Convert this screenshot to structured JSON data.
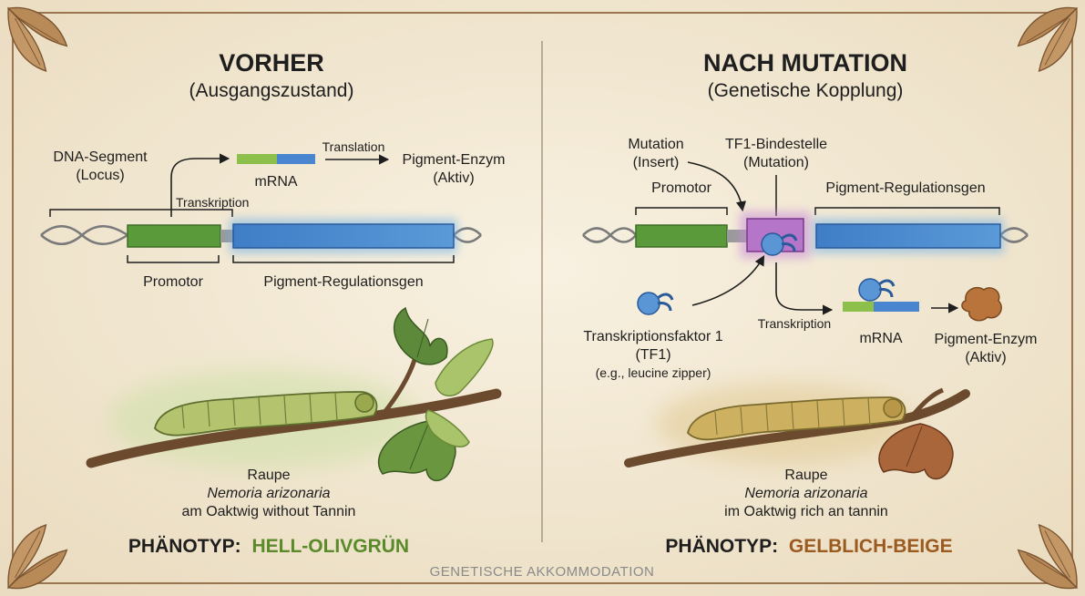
{
  "left": {
    "title": "VORHER",
    "subtitle": "(Ausgangszustand)",
    "dna_segment": [
      "DNA-Segment",
      "(Locus)"
    ],
    "transcription": "Transkription",
    "mrna": "mRNA",
    "translation": "Translation",
    "enzyme": [
      "Pigment-Enzym",
      "(Aktiv)"
    ],
    "promotor": "Promotor",
    "gene": "Pigment-Regulationsgen",
    "caterpillar": [
      "Raupe",
      "Nemoria arizonaria",
      "am Oaktwig without Tannin"
    ],
    "phenotype_label": "PHÄNOTYP:",
    "phenotype_value": "HELL-OLIVGRÜN",
    "phenotype_color": "#5a8a2a"
  },
  "right": {
    "title": "NACH MUTATION",
    "subtitle": "(Genetische Kopplung)",
    "mutation": [
      "Mutation",
      "(Insert)"
    ],
    "binding_site": [
      "TF1-Bindestelle",
      "(Mutation)"
    ],
    "promotor": "Promotor",
    "gene": "Pigment-Regulationsgen",
    "tf": [
      "Transkriptionsfaktor 1",
      "(TF1)",
      "(e.g., leucine zipper)"
    ],
    "transcription": "Transkription",
    "mrna": "mRNA",
    "enzyme": [
      "Pigment-Enzym",
      "(Aktiv)"
    ],
    "caterpillar": [
      "Raupe",
      "Nemoria arizonaria",
      "im Oaktwig rich an tannin"
    ],
    "phenotype_label": "PHÄNOTYP:",
    "phenotype_value": "GELBLICH-BEIGE",
    "phenotype_color": "#9a5a20"
  },
  "footer": "GENETISCHE AKKOMMODATION"
}
